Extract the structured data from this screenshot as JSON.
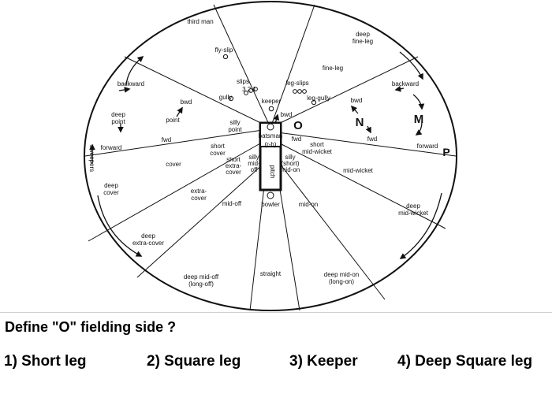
{
  "diagram": {
    "positions": [
      {
        "id": "third-man",
        "lines": [
          "third man"
        ]
      },
      {
        "id": "deep-fine-leg",
        "lines": [
          "deep",
          "fine-leg"
        ]
      },
      {
        "id": "fly-slip",
        "lines": [
          "fly-slip"
        ]
      },
      {
        "id": "fine-leg",
        "lines": [
          "fine-leg"
        ]
      },
      {
        "id": "slips",
        "lines": [
          "slips"
        ]
      },
      {
        "id": "leg-slips",
        "lines": [
          "leg-slips"
        ]
      },
      {
        "id": "slip-numbers",
        "lines": [
          "3 2 1"
        ]
      },
      {
        "id": "gully",
        "lines": [
          "gully"
        ]
      },
      {
        "id": "keeper",
        "lines": [
          "keeper"
        ]
      },
      {
        "id": "leg-gully",
        "lines": [
          "leg-gully"
        ]
      },
      {
        "id": "backward-left",
        "lines": [
          "backward"
        ]
      },
      {
        "id": "backward-right",
        "lines": [
          "backward"
        ]
      },
      {
        "id": "bwd-left",
        "lines": [
          "bwd"
        ]
      },
      {
        "id": "bwd-center",
        "lines": [
          "bwd"
        ]
      },
      {
        "id": "bwd-right",
        "lines": [
          "bwd"
        ]
      },
      {
        "id": "deep-point",
        "lines": [
          "deep",
          "point"
        ]
      },
      {
        "id": "point",
        "lines": [
          "point"
        ]
      },
      {
        "id": "silly-point",
        "lines": [
          "silly",
          "point"
        ]
      },
      {
        "id": "fwd-left",
        "lines": [
          "fwd"
        ]
      },
      {
        "id": "fwd-center",
        "lines": [
          "fwd"
        ]
      },
      {
        "id": "fwd-right",
        "lines": [
          "fwd"
        ]
      },
      {
        "id": "forward-left",
        "lines": [
          "forward"
        ]
      },
      {
        "id": "forward-right",
        "lines": [
          "forward"
        ]
      },
      {
        "id": "sweepers",
        "lines": [
          "sweepers"
        ]
      },
      {
        "id": "batsman",
        "lines": [
          "batsman"
        ]
      },
      {
        "id": "r-h",
        "lines": [
          "(r-h)"
        ]
      },
      {
        "id": "short-cover",
        "lines": [
          "short",
          "cover"
        ]
      },
      {
        "id": "short-extra-cover",
        "lines": [
          "short",
          "extra-",
          "cover"
        ]
      },
      {
        "id": "silly-mid-off",
        "lines": [
          "silly",
          "mid-",
          "off"
        ]
      },
      {
        "id": "pitch",
        "lines": [
          "pitch"
        ]
      },
      {
        "id": "silly-mid-on",
        "lines": [
          "silly",
          "(short)",
          "mid-on"
        ]
      },
      {
        "id": "short-mid-wicket",
        "lines": [
          "short",
          "mid-wicket"
        ]
      },
      {
        "id": "cover",
        "lines": [
          "cover"
        ]
      },
      {
        "id": "mid-wicket",
        "lines": [
          "mid-wicket"
        ]
      },
      {
        "id": "deep-cover",
        "lines": [
          "deep",
          "cover"
        ]
      },
      {
        "id": "extra-cover",
        "lines": [
          "extra-",
          "cover"
        ]
      },
      {
        "id": "mid-off",
        "lines": [
          "mid-off"
        ]
      },
      {
        "id": "bowler",
        "lines": [
          "bowler"
        ]
      },
      {
        "id": "mid-on",
        "lines": [
          "mid-on"
        ]
      },
      {
        "id": "deep-mid-wicket",
        "lines": [
          "deep",
          "mid-wicket"
        ]
      },
      {
        "id": "deep-extra-cover",
        "lines": [
          "deep",
          "extra-cover"
        ]
      },
      {
        "id": "straight",
        "lines": [
          "straight"
        ]
      },
      {
        "id": "deep-mid-off",
        "lines": [
          "deep mid-off",
          "(long-off)"
        ]
      },
      {
        "id": "deep-mid-on",
        "lines": [
          "deep mid-on",
          "(long-on)"
        ]
      }
    ],
    "markers": [
      {
        "id": "O",
        "text": "O"
      },
      {
        "id": "N",
        "text": "N"
      },
      {
        "id": "M",
        "text": "M"
      },
      {
        "id": "P",
        "text": "P"
      }
    ]
  },
  "question": "Define \"O\" fielding side ?",
  "options": [
    "1) Short leg",
    "2) Square leg",
    "3) Keeper",
    "4) Deep Square leg"
  ]
}
